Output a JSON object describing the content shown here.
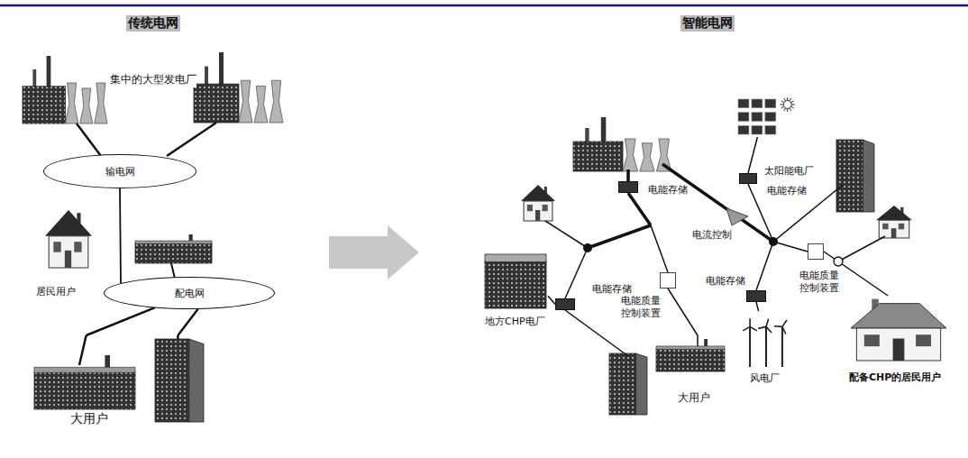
{
  "diagram": {
    "nodes": [
      {
        "text": [
          "输电网"
        ]
      },
      {
        "text": [
          "配电网"
        ]
      },
      {
        "text": [
          "居民用户"
        ]
      },
      {
        "text": [
          "大用户"
        ]
      },
      {
        "text": [
          "太阳能电厂"
        ]
      },
      {
        "text": [
          "电能存储"
        ]
      },
      {
        "text": [
          "电能存储"
        ]
      },
      {
        "text": [
          "电流控制"
        ]
      },
      {
        "text": [
          "电能存储"
        ]
      },
      {
        "text": [
          "电能质量 控制装置"
        ]
      },
      {
        "text": [
          "电能存储"
        ]
      },
      {
        "text": [
          "电能质量 控制装置"
        ]
      },
      {
        "text": [
          "地方CHP电厂"
        ]
      },
      {
        "text": [
          "大用户"
        ]
      },
      {
        "text": [
          "风电厂"
        ]
      },
      {
        "text": [
          "配备CHP的居民用户"
        ]
      }
    ],
    "edges": [
      {
        "from": 0,
        "to": 1,
        "arrow": "none"
      },
      {
        "from": 1,
        "to": 3,
        "arrow": "none"
      },
      {
        "from": 1,
        "to": 3,
        "arrow": "none"
      },
      {
        "from": 4,
        "to": 6,
        "arrow": "none"
      },
      {
        "from": 12,
        "to": 8,
        "arrow": "none"
      },
      {
        "from": 9,
        "to": 13,
        "arrow": "none"
      },
      {
        "from": 10,
        "to": 14,
        "arrow": "none"
      },
      {
        "from": 11,
        "to": 15,
        "arrow": "none"
      }
    ],
    "labels": [
      "传统电网",
      "智能电网",
      "集中的大型发电厂"
    ]
  }
}
